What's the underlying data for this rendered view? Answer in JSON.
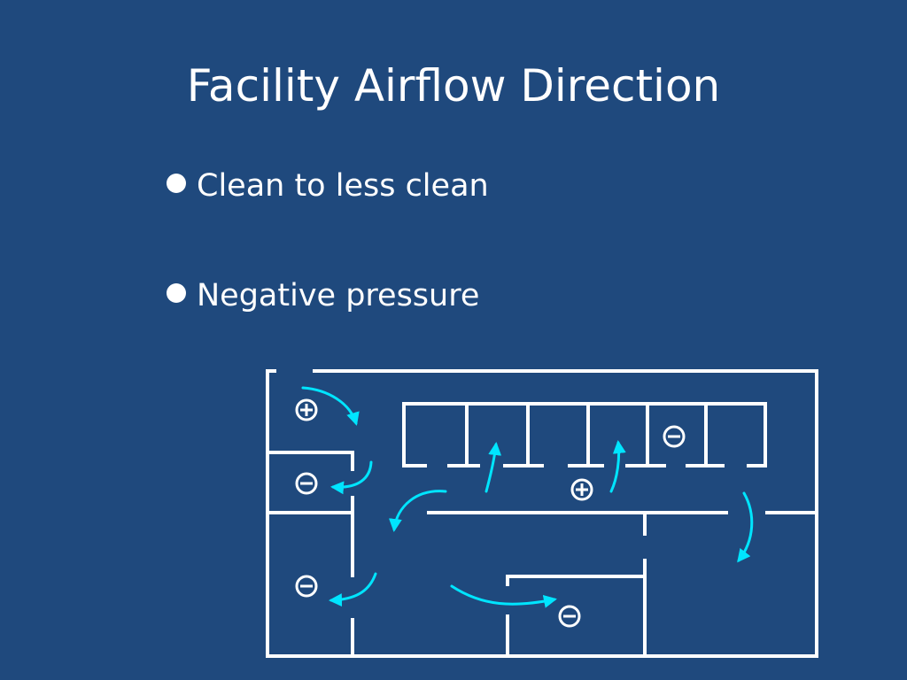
{
  "slide": {
    "title": "Facility Airflow Direction",
    "background_color": "#1f497d",
    "text_color": "#ffffff",
    "airflow_color": "#00e5ff",
    "bullets": [
      {
        "text": "Clean to less clean"
      },
      {
        "text": "Negative pressure"
      }
    ]
  },
  "floor_plan": {
    "pressure_markers": [
      {
        "sign": "positive",
        "icon": "plus-circle-icon"
      },
      {
        "sign": "negative",
        "icon": "minus-circle-icon"
      },
      {
        "sign": "negative",
        "icon": "minus-circle-icon"
      },
      {
        "sign": "negative",
        "icon": "minus-circle-icon"
      },
      {
        "sign": "positive",
        "icon": "plus-circle-icon"
      },
      {
        "sign": "negative",
        "icon": "minus-circle-icon"
      }
    ]
  }
}
